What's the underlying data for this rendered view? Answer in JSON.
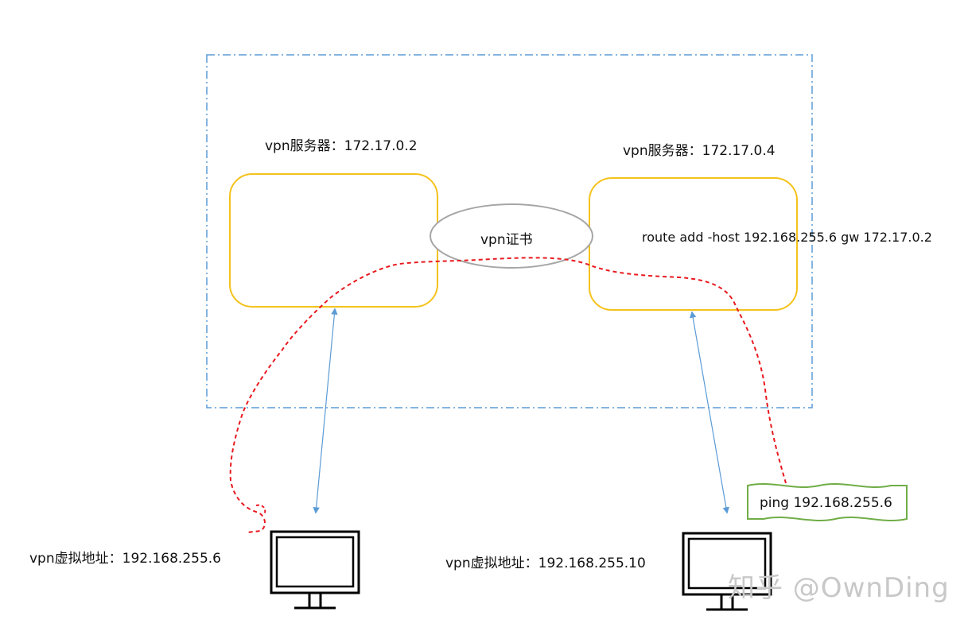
{
  "labels": {
    "server_left": "vpn服务器：172.17.0.2",
    "server_right": "vpn服务器：172.17.0.4",
    "certificate": "vpn证书",
    "route_cmd": "route add -host 192.168.255.6 gw 172.17.0.2",
    "ping_cmd": "ping 192.168.255.6",
    "client_left": "vpn虚拟地址：192.168.255.6",
    "client_right": "vpn虚拟地址：192.168.255.10"
  },
  "watermark": "知乎 @OwnDing",
  "icons": {
    "left_client": "monitor-icon",
    "right_client": "monitor-icon"
  },
  "colors": {
    "network_boundary": "#5b9bd5",
    "server_box": "#f5c21b",
    "certificate_ellipse": "#a6a6a6",
    "connection_arrow": "#5b9bd5",
    "ping_path": "#e8191f",
    "ping_box": "#70ad47",
    "monitor": "#000000",
    "watermark": "#c8c8c8"
  }
}
